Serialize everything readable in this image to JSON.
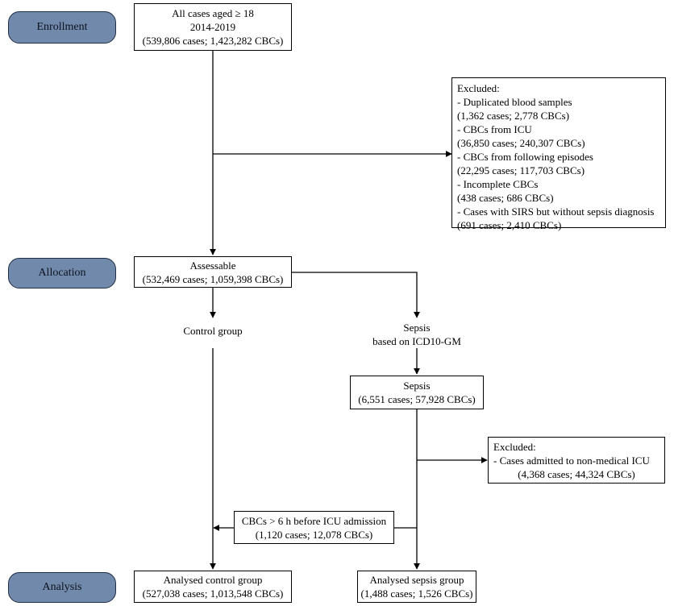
{
  "stages": {
    "enrollment": "Enrollment",
    "allocation": "Allocation",
    "analysis": "Analysis"
  },
  "boxes": {
    "all_cases": [
      "All cases aged  ≥  18",
      "2014-2019",
      "(539,806 cases; 1,423,282 CBCs)"
    ],
    "excluded_1": [
      "Excluded:",
      "- Duplicated blood samples",
      "(1,362 cases; 2,778 CBCs)",
      "- CBCs from ICU",
      "(36,850 cases; 240,307 CBCs)",
      "- CBCs from following episodes",
      "(22,295 cases; 117,703 CBCs)",
      "- Incomplete CBCs",
      "(438 cases; 686 CBCs)",
      "- Cases with SIRS but without sepsis diagnosis",
      "(691 cases; 2,410 CBCs)"
    ],
    "assessable": [
      "Assessable",
      "(532,469 cases; 1,059,398 CBCs)"
    ],
    "sepsis": [
      "Sepsis",
      "(6,551 cases; 57,928 CBCs)"
    ],
    "excluded_2": [
      "Excluded:",
      "- Cases admitted to non-medical ICU",
      "(4,368 cases; 44,324 CBCs)"
    ],
    "cbcs_before_icu": [
      "CBCs > 6 h before ICU admission",
      "(1,120 cases; 12,078 CBCs)"
    ],
    "analysed_control": [
      "Analysed control group",
      "(527,038 cases; 1,013,548 CBCs)"
    ],
    "analysed_sepsis": [
      "Analysed sepsis group",
      "(1,488 cases; 1,526 CBCs)"
    ]
  },
  "labels": {
    "control_group": [
      "Control group"
    ],
    "sepsis_icd": [
      "Sepsis",
      "based on ICD10-GM"
    ]
  }
}
